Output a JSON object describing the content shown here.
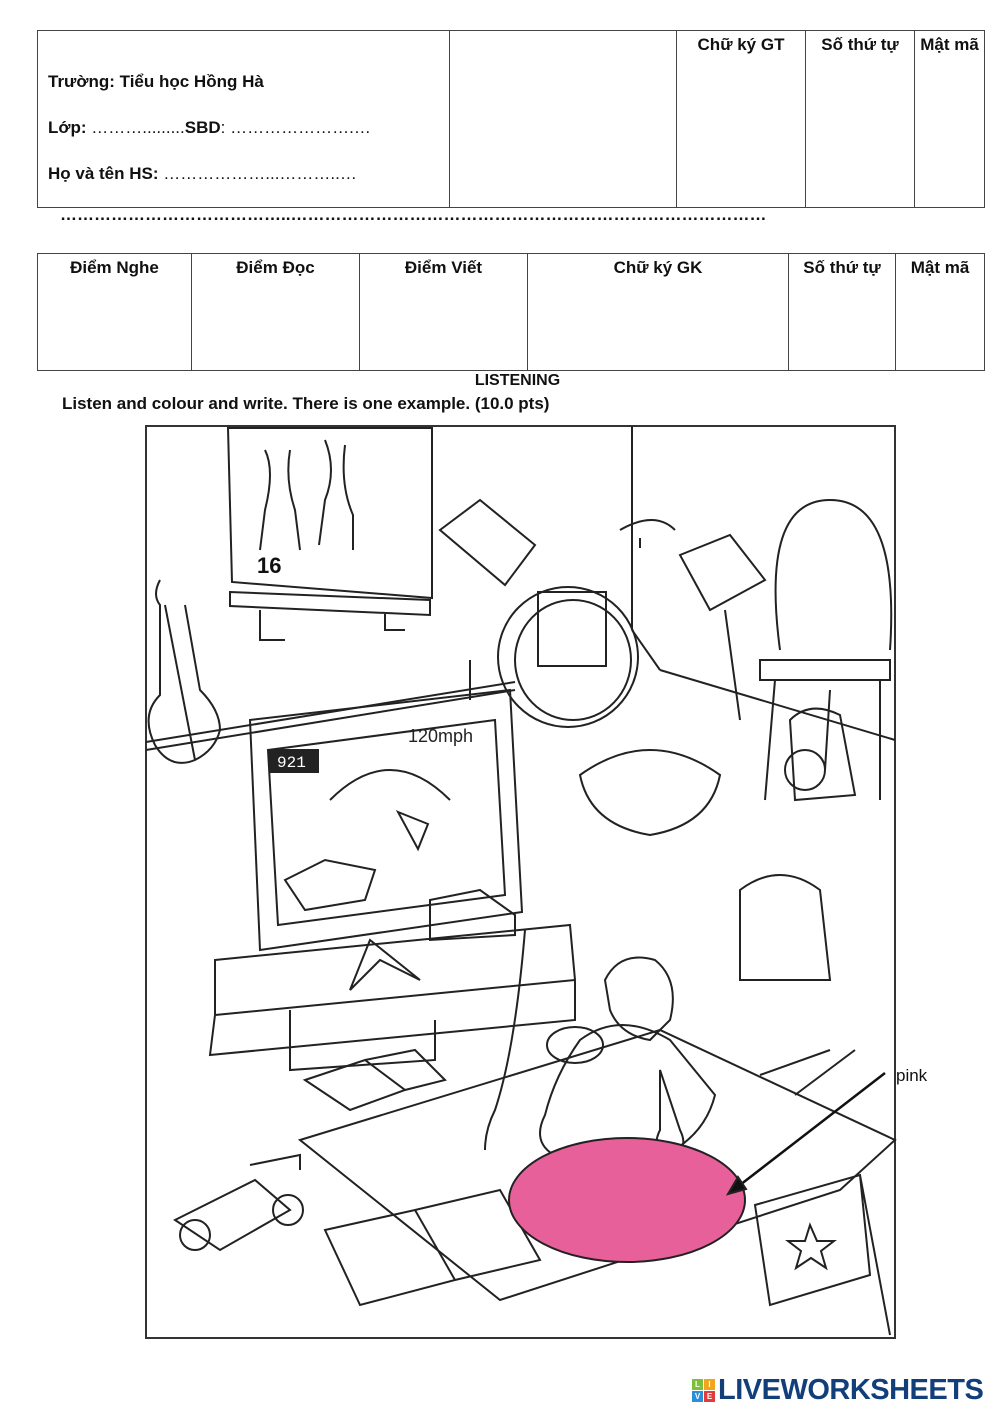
{
  "header": {
    "school_label": "Trường: Tiểu học Hồng Hà",
    "class_label": "Lớp:",
    "class_dots": "……….........",
    "sbd_label": "SBD",
    "sbd_dots": ": ………………….…",
    "name_label": "Họ và tên HS:",
    "name_dots": "………………...………..…",
    "col_signature_gt": "Chữ ký GT",
    "col_order": "Số thứ tự",
    "col_code": "Mật mã"
  },
  "separator": "…………………………………..…………………………………………………………………………",
  "score_table": {
    "headers": [
      "Điểm Nghe",
      "Điểm Đọc",
      "Điểm Viết",
      "Chữ ký GK",
      "Số thứ tự",
      "Mật mã"
    ]
  },
  "section": {
    "title": "LISTENING",
    "instruction": "Listen and colour and write. There is one example. (10.0 pts)"
  },
  "illustration": {
    "poster_number": "16",
    "tv_score": "921",
    "tv_speed": "120mph",
    "example_answer": "pink",
    "example_color": "#e8609a"
  },
  "logo": {
    "badge_letters": [
      "L",
      "I",
      "V",
      "E"
    ],
    "text": "LIVEWORKSHEETS",
    "color": "#123f7a"
  }
}
